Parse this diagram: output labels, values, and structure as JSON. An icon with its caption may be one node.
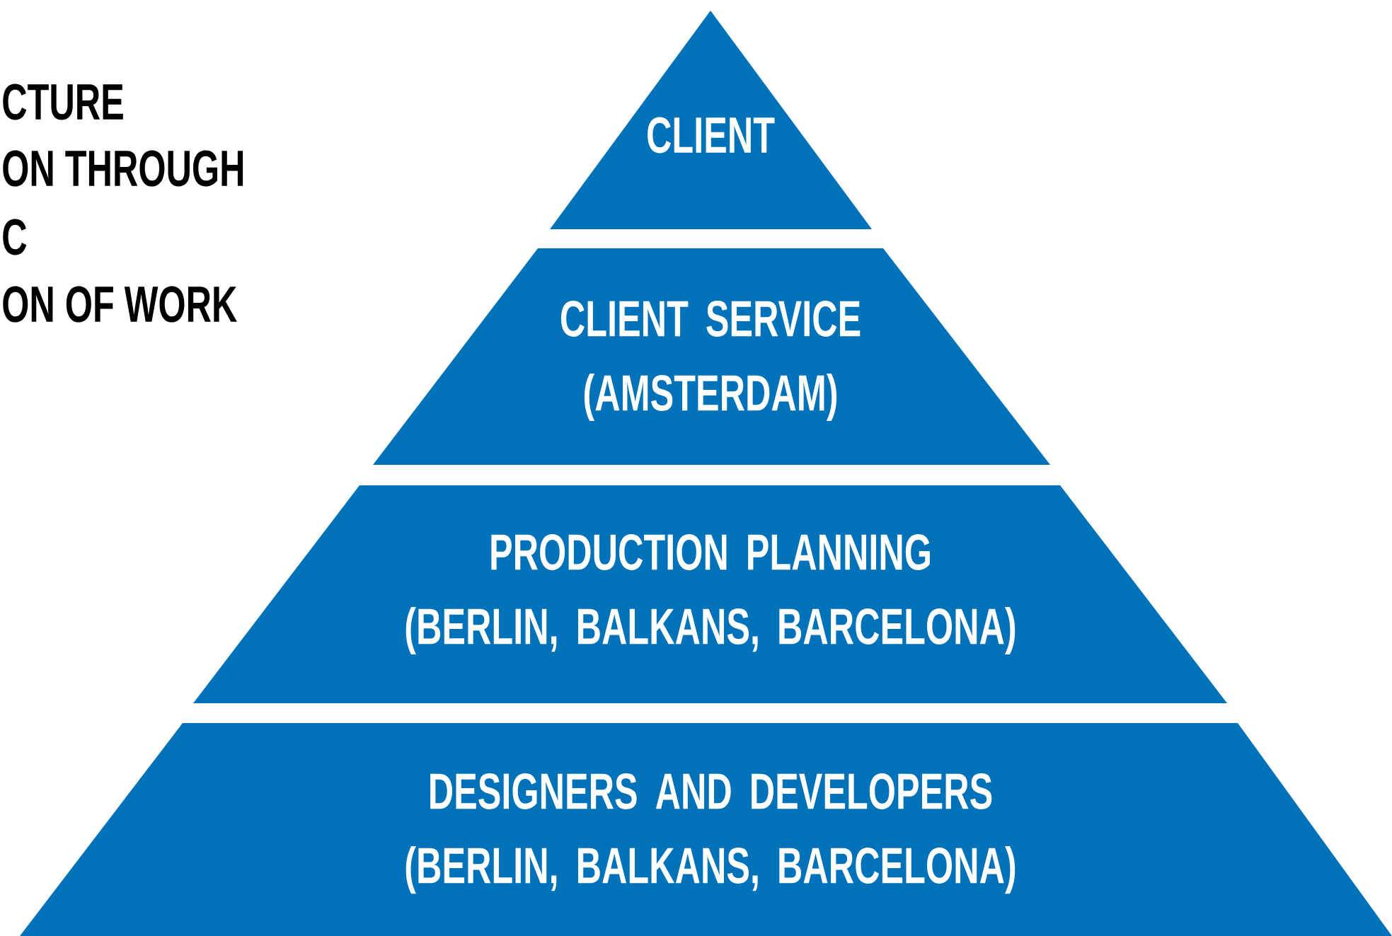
{
  "diagram": {
    "nodes": [
      {
        "text": [
          "CLIENT"
        ]
      },
      {
        "text": [
          "CLIENT SERVICE",
          "(AMSTERDAM)"
        ]
      },
      {
        "text": [
          "PRODUCTION PLANNING",
          "(BERLIN, BALKANS, BARCELONA)"
        ]
      },
      {
        "text": [
          "DESIGNERS AND DEVELOPERS",
          "(BERLIN, BALKANS, BARCELONA)"
        ]
      }
    ],
    "labels": [
      "CTURE",
      "ON THROUGH",
      "C",
      "ON OF WORK"
    ]
  }
}
